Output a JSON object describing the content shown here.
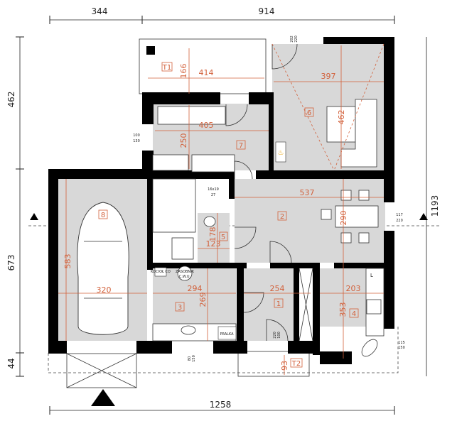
{
  "outer_dimensions": {
    "top": [
      "344",
      "914"
    ],
    "left": [
      "462",
      "673",
      "44"
    ],
    "right": "1193",
    "bottom": "1258"
  },
  "rooms": [
    {
      "id": "1"
    },
    {
      "id": "2"
    },
    {
      "id": "3"
    },
    {
      "id": "4"
    },
    {
      "id": "5"
    },
    {
      "id": "6"
    },
    {
      "id": "7"
    },
    {
      "id": "8"
    },
    {
      "id": "T1"
    },
    {
      "id": "T2"
    }
  ],
  "inner_dimensions": {
    "t1_width": "414",
    "t1_depth": "166",
    "r7_width": "405",
    "r7_depth": "250",
    "r6_width": "397",
    "r6_depth": "462",
    "r2_width": "537",
    "r2_depth": "290",
    "r5_width": "123",
    "r5_depth": "178",
    "r8_width": "320",
    "r8_depth": "583",
    "r3_width": "294",
    "r3_depth": "269",
    "r1_width": "254",
    "r4_width": "203",
    "r4_depth": "353",
    "t2_depth": "93"
  },
  "annotations": {
    "stairs": "16x19",
    "stairs_depth": "27",
    "window_r7_a": "100",
    "window_r7_b": "130",
    "window_r2_a": "117",
    "window_r2_b": "220",
    "door_r6_a": "202",
    "door_r6_b": "220",
    "door_r1_a": "220",
    "door_r1_b": "100",
    "window_r4_a": "115",
    "window_r4_b": "150",
    "window_r3_a": "80",
    "window_r3_b": "150",
    "boiler": "KOCIOŁ CO",
    "tank_line1": "ZASOBNIK",
    "tank_line2": "C.W.U.",
    "washer": "PRALKA",
    "fridge": "L"
  },
  "colors": {
    "walls": "#000000",
    "floor": "#d8d8d8",
    "dimension_lines": "#d2603a"
  }
}
